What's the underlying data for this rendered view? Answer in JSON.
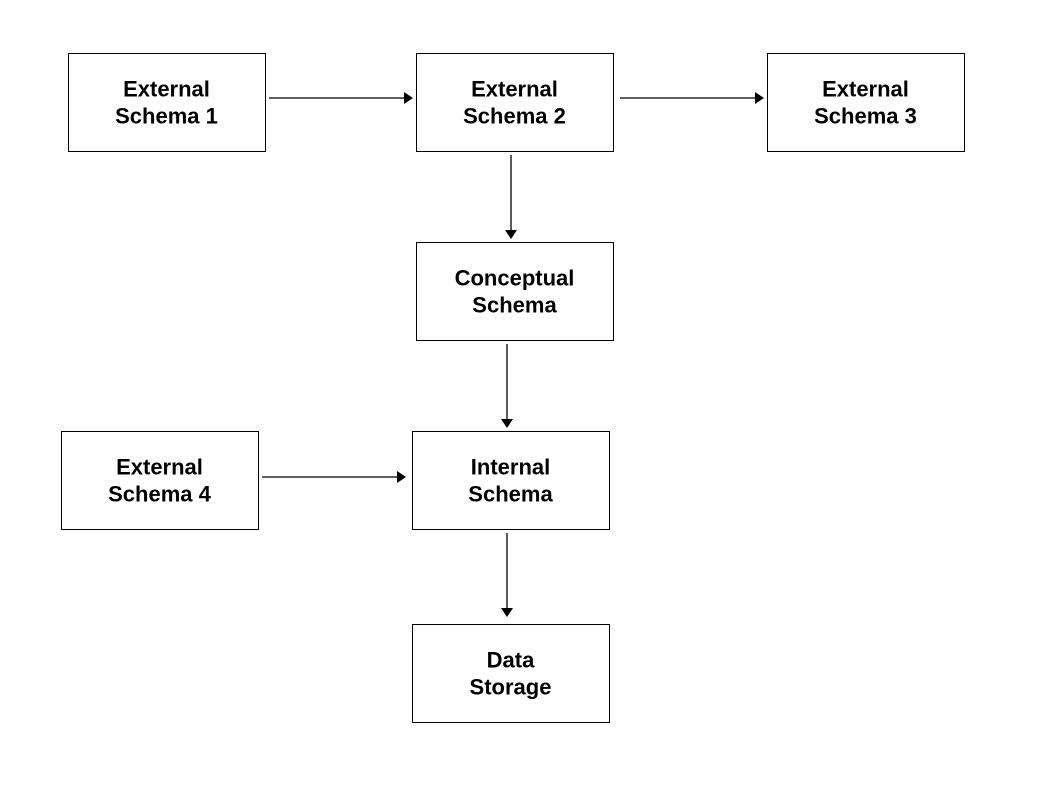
{
  "diagram": {
    "nodes": [
      {
        "id": "external-schema-1",
        "lines": [
          "External",
          "Schema 1"
        ]
      },
      {
        "id": "external-schema-2",
        "lines": [
          "External",
          "Schema 2"
        ]
      },
      {
        "id": "external-schema-3",
        "lines": [
          "External",
          "Schema 3"
        ]
      },
      {
        "id": "conceptual-schema",
        "lines": [
          "Conceptual",
          "Schema"
        ]
      },
      {
        "id": "external-schema-4",
        "lines": [
          "External",
          "Schema 4"
        ]
      },
      {
        "id": "internal-schema",
        "lines": [
          "Internal",
          "Schema"
        ]
      },
      {
        "id": "data-storage",
        "lines": [
          "Data",
          "Storage"
        ]
      }
    ],
    "edges": [
      {
        "from": "external-schema-1",
        "to": "external-schema-2"
      },
      {
        "from": "external-schema-2",
        "to": "external-schema-3"
      },
      {
        "from": "external-schema-2",
        "to": "conceptual-schema"
      },
      {
        "from": "conceptual-schema",
        "to": "internal-schema"
      },
      {
        "from": "external-schema-4",
        "to": "internal-schema"
      },
      {
        "from": "internal-schema",
        "to": "data-storage"
      }
    ],
    "colors": {
      "stroke": "#000000",
      "fill": "#ffffff",
      "text": "#000000"
    }
  }
}
